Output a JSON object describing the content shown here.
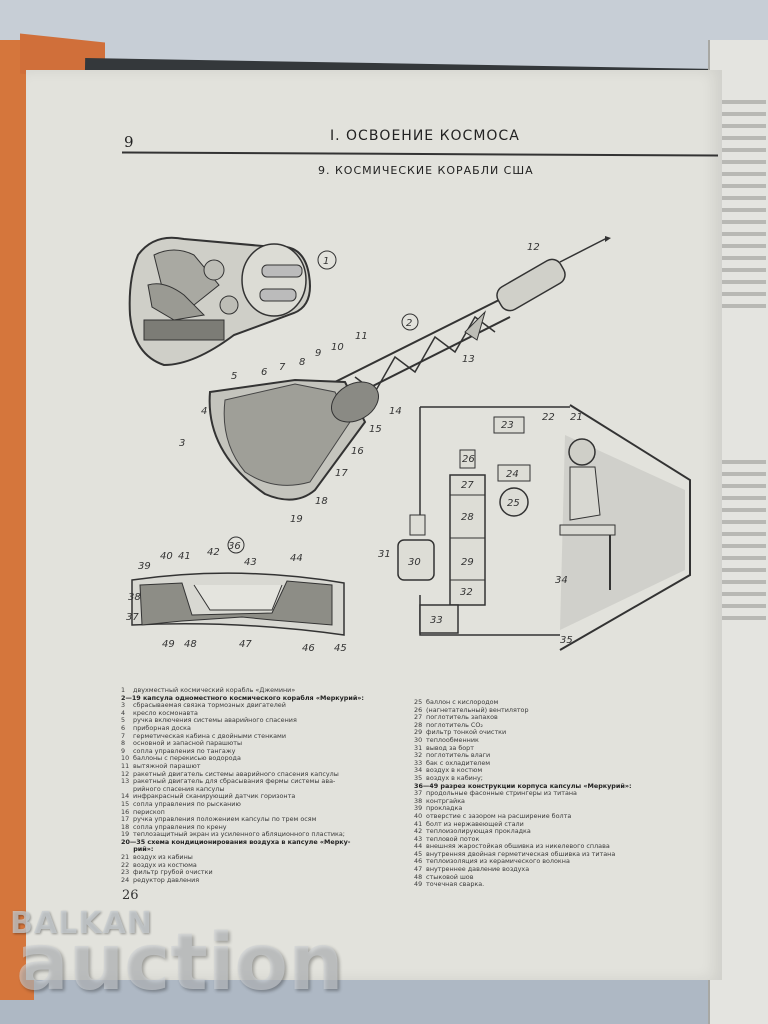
{
  "page": {
    "page_number_top": "9",
    "chapter_title": "I. ОСВОЕНИЕ КОСМОСА",
    "section_title": "9. КОСМИЧЕСКИЕ КОРАБЛИ США",
    "page_number_bottom": "26"
  },
  "figures": {
    "gemini_callout": "1",
    "mercury_callout": "2",
    "heatshield_callout": "36",
    "mercury_labels": [
      "3",
      "4",
      "5",
      "6",
      "7",
      "8",
      "9",
      "10",
      "11",
      "12",
      "13",
      "14",
      "15",
      "16",
      "17",
      "18",
      "19"
    ],
    "schematic_labels": [
      "21",
      "22",
      "23",
      "24",
      "25",
      "26",
      "27",
      "28",
      "29",
      "30",
      "31",
      "32",
      "33",
      "34",
      "35"
    ],
    "heatshield_labels": [
      "37",
      "38",
      "39",
      "40",
      "41",
      "42",
      "43",
      "44",
      "45",
      "46",
      "47",
      "48",
      "49"
    ]
  },
  "legend_left": [
    {
      "num": "1",
      "text": "двухместный космический корабль «Джемини»",
      "bold": false
    },
    {
      "num": "2—19",
      "text": "капсула одноместного космического корабля «Меркурий»:",
      "bold": true
    },
    {
      "num": "3",
      "text": "сбрасываемая связка тормозных двигателей",
      "bold": false
    },
    {
      "num": "4",
      "text": "кресло космонавта",
      "bold": false
    },
    {
      "num": "5",
      "text": "ручка включения системы аварийного спасения",
      "bold": false
    },
    {
      "num": "6",
      "text": "приборная доска",
      "bold": false
    },
    {
      "num": "7",
      "text": "герметическая кабина с двойными стенками",
      "bold": false
    },
    {
      "num": "8",
      "text": "основной и запасной парашюты",
      "bold": false
    },
    {
      "num": "9",
      "text": "сопла управления по тангажу",
      "bold": false
    },
    {
      "num": "10",
      "text": "баллоны с перекисью водорода",
      "bold": false
    },
    {
      "num": "11",
      "text": "вытяжной парашют",
      "bold": false
    },
    {
      "num": "12",
      "text": "ракетный двигатель системы аварийного спасения капсулы",
      "bold": false
    },
    {
      "num": "13",
      "text": "ракетный двигатель для сбрасывания фермы системы ава-",
      "bold": false
    },
    {
      "num": "",
      "text": "рийного спасения капсулы",
      "bold": false
    },
    {
      "num": "14",
      "text": "инфракрасный сканирующий датчик горизонта",
      "bold": false
    },
    {
      "num": "15",
      "text": "сопла управления по рысканию",
      "bold": false
    },
    {
      "num": "16",
      "text": "перископ",
      "bold": false
    },
    {
      "num": "17",
      "text": "ручка управления положением капсулы по трем осям",
      "bold": false
    },
    {
      "num": "18",
      "text": "сопла управления по крену",
      "bold": false
    },
    {
      "num": "19",
      "text": "теплозащитный экран из усиленного абляционного пластика;",
      "bold": false
    },
    {
      "num": "20—35",
      "text": "схема кондиционирования воздуха в капсуле «Мерку-",
      "bold": true
    },
    {
      "num": "",
      "text": "рий»:",
      "bold": true
    },
    {
      "num": "21",
      "text": "воздух из кабины",
      "bold": false
    },
    {
      "num": "22",
      "text": "воздух из костюма",
      "bold": false
    },
    {
      "num": "23",
      "text": "фильтр грубой очистки",
      "bold": false
    },
    {
      "num": "24",
      "text": "редуктор давления",
      "bold": false
    }
  ],
  "legend_right": [
    {
      "num": "25",
      "text": "баллон с кислородом",
      "bold": false
    },
    {
      "num": "26",
      "text": "(нагнетательный) вентилятор",
      "bold": false
    },
    {
      "num": "27",
      "text": "поглотитель запахов",
      "bold": false
    },
    {
      "num": "28",
      "text": "поглотитель CO₂",
      "bold": false
    },
    {
      "num": "29",
      "text": "фильтр тонкой очистки",
      "bold": false
    },
    {
      "num": "30",
      "text": "теплообменник",
      "bold": false
    },
    {
      "num": "31",
      "text": "вывод за борт",
      "bold": false
    },
    {
      "num": "32",
      "text": "поглотитель влаги",
      "bold": false
    },
    {
      "num": "33",
      "text": "бак с охладителем",
      "bold": false
    },
    {
      "num": "34",
      "text": "воздух в костюм",
      "bold": false
    },
    {
      "num": "35",
      "text": "воздух в кабину;",
      "bold": false
    },
    {
      "num": "36—49",
      "text": "разрез конструкции корпуса капсулы «Меркурий»:",
      "bold": true
    },
    {
      "num": "37",
      "text": "продольные фасонные стрингеры из титана",
      "bold": false
    },
    {
      "num": "38",
      "text": "контргайка",
      "bold": false
    },
    {
      "num": "39",
      "text": "прокладка",
      "bold": false
    },
    {
      "num": "40",
      "text": "отверстие с зазором на расширение болта",
      "bold": false
    },
    {
      "num": "41",
      "text": "болт из нержавеющей стали",
      "bold": false
    },
    {
      "num": "42",
      "text": "теплоизолирующая прокладка",
      "bold": false
    },
    {
      "num": "43",
      "text": "тепловой поток",
      "bold": false
    },
    {
      "num": "44",
      "text": "внешняя жаростойкая обшивка из никелевого сплава",
      "bold": false
    },
    {
      "num": "45",
      "text": "внутренняя двойная герметическая обшивка из титана",
      "bold": false
    },
    {
      "num": "46",
      "text": "теплоизоляция из керамического волокна",
      "bold": false
    },
    {
      "num": "47",
      "text": "внутреннее давление воздуха",
      "bold": false
    },
    {
      "num": "48",
      "text": "стыковой шов",
      "bold": false
    },
    {
      "num": "49",
      "text": "точечная сварка.",
      "bold": false
    }
  ],
  "watermark": {
    "line1": "BALKAN",
    "line2": "auction"
  },
  "colors": {
    "paper": "#e2e2dc",
    "ink": "#222222",
    "cover_orange": "#d5763c",
    "background": "#c7ced6"
  }
}
